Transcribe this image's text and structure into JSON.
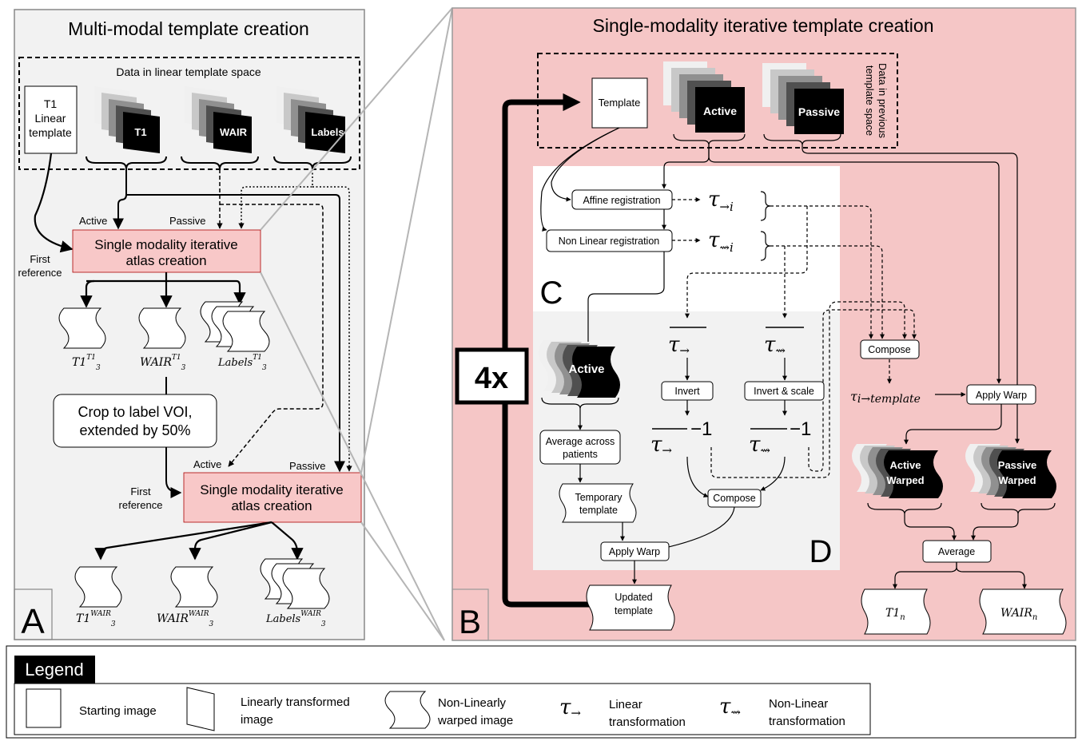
{
  "panel_a": {
    "title": "Multi-modal template creation",
    "data_box_label": "Data in linear template space",
    "t1_linear_template": [
      "T1",
      "Linear",
      "template"
    ],
    "stack_labels": [
      "T1",
      "WAIR",
      "Labels"
    ],
    "active": "Active",
    "passive": "Passive",
    "first_reference": [
      "First",
      "reference"
    ],
    "atlas_box": [
      "Single modality iterative",
      "atlas creation"
    ],
    "outputs_1": [
      {
        "base": "T1",
        "sup": "T1",
        "sub": "3"
      },
      {
        "base": "WAIR",
        "sup": "T1",
        "sub": "3"
      },
      {
        "base": "Labels",
        "sup": "T1",
        "sub": "3"
      }
    ],
    "crop_box": [
      "Crop to label VOI,",
      "extended by 50%"
    ],
    "outputs_2": [
      {
        "base": "T1",
        "sup": "WAIR",
        "sub": "3"
      },
      {
        "base": "WAIR",
        "sup": "WAIR",
        "sub": "3"
      },
      {
        "base": "Labels",
        "sup": "WAIR",
        "sub": "3"
      }
    ],
    "letter": "A"
  },
  "panel_b": {
    "title": "Single-modality iterative template creation",
    "template": "Template",
    "active": "Active",
    "passive": "Passive",
    "side_label": [
      "Data in previous",
      "template space"
    ],
    "affine": "Affine registration",
    "nonlinear": "Non Linear registration",
    "tau": "τ",
    "tau_lin_sub": "→i",
    "tau_nl_sub": "⇝i",
    "letter_c": "C",
    "letter_d": "D",
    "repeat": "4x",
    "active_stack": "Active",
    "tau_bar_lin": "→",
    "tau_bar_nl": "⇝",
    "invert": "Invert",
    "invert_scale": "Invert & scale",
    "minus_one": "−1",
    "compose": "Compose",
    "average_patients": [
      "Average across",
      "patients"
    ],
    "temporary_template": [
      "Temporary",
      "template"
    ],
    "apply_warp": "Apply Warp",
    "updated_template": [
      "Updated",
      "template"
    ],
    "tau_template_sub": "i→template",
    "active_warped": [
      "Active",
      "Warped"
    ],
    "passive_warped": [
      "Passive",
      "Warped"
    ],
    "average": "Average",
    "out_t1": {
      "base": "T1",
      "sub": "n"
    },
    "out_wair": {
      "base": "WAIR",
      "sub": "n"
    },
    "letter_b": "B"
  },
  "legend": {
    "title": "Legend",
    "items": [
      {
        "label": "Starting image"
      },
      {
        "label": [
          "Linearly transformed",
          "image"
        ]
      },
      {
        "label": [
          "Non-Linearly",
          "warped image"
        ]
      },
      {
        "label": [
          "Linear",
          "transformation"
        ],
        "symbol": "→"
      },
      {
        "label": [
          "Non-Linear",
          "transformation"
        ],
        "symbol": "⇝"
      }
    ]
  },
  "colors": {
    "atlas_box": "#f8c8c8",
    "panel_b_bg": "#f5c6c6",
    "panel_a_bg": "#f2f2f2",
    "subpanel": "#ffffff",
    "subpanel_d": "#f2f2f2"
  }
}
